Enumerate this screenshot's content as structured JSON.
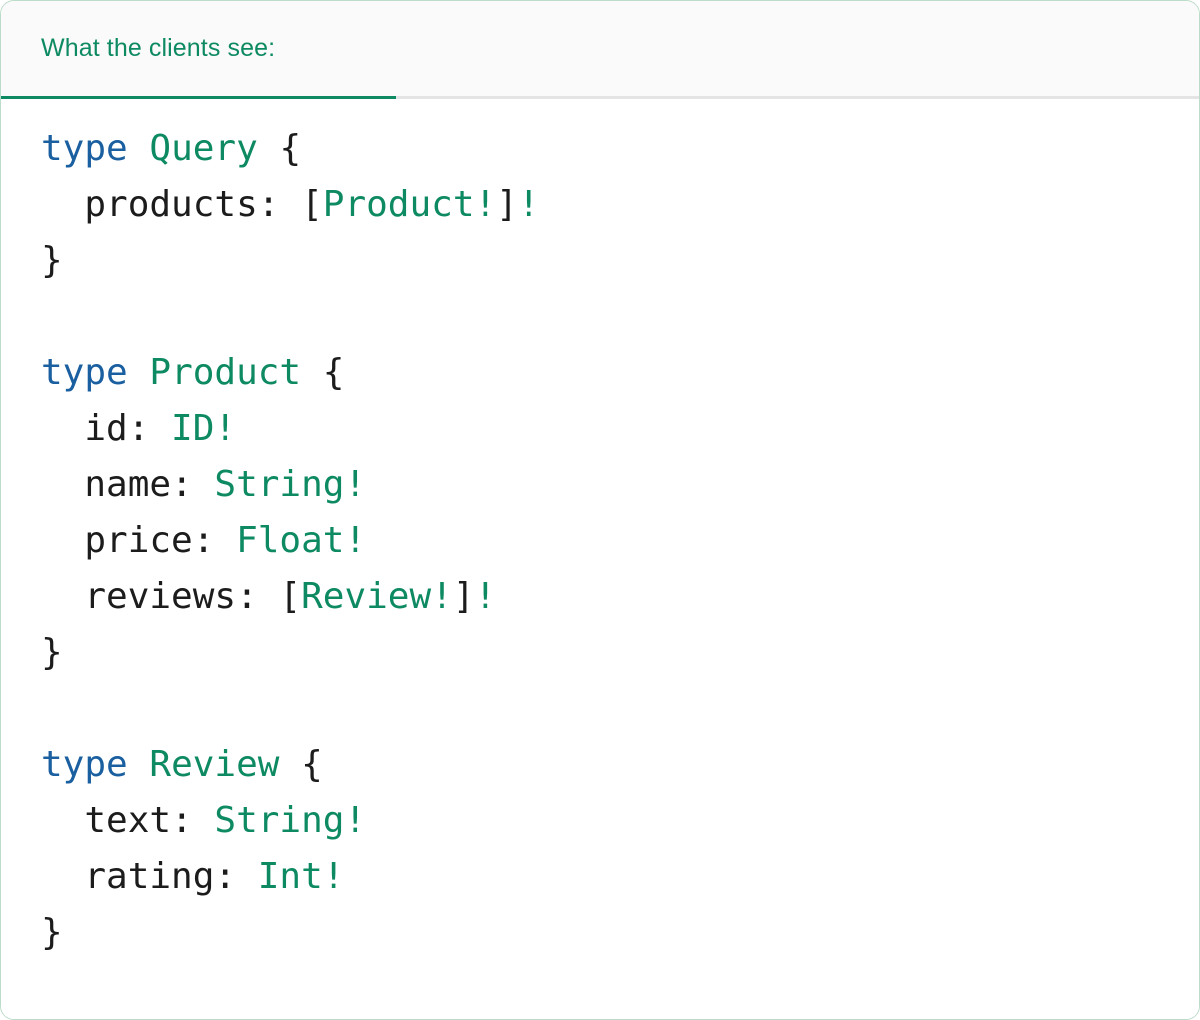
{
  "card": {
    "border_color": "#bcdcca",
    "background": "#ffffff"
  },
  "header": {
    "tab_label": "What the clients see:",
    "active_accent_color": "#0e8a63",
    "strip_background": "#fafafa",
    "divider_color": "#e4e4e4"
  },
  "theme": {
    "keyword_color": "#1a5fa0",
    "type_color": "#0e8a63",
    "punctuation_color": "#1c1c1c",
    "field_color": "#1c1c1c"
  },
  "code": {
    "language": "graphql",
    "lines": [
      {
        "n": 1,
        "segments": [
          {
            "t": "type",
            "c": "kw"
          },
          {
            "t": " ",
            "c": "punc"
          },
          {
            "t": "Query",
            "c": "ty"
          },
          {
            "t": " {",
            "c": "punc"
          }
        ]
      },
      {
        "n": 2,
        "segments": [
          {
            "t": "  products: ",
            "c": "fld"
          },
          {
            "t": "[",
            "c": "punc"
          },
          {
            "t": "Product!",
            "c": "ty"
          },
          {
            "t": "]",
            "c": "punc"
          },
          {
            "t": "!",
            "c": "ty"
          }
        ]
      },
      {
        "n": 3,
        "segments": [
          {
            "t": "}",
            "c": "punc"
          }
        ]
      },
      {
        "n": 4,
        "segments": []
      },
      {
        "n": 5,
        "segments": [
          {
            "t": "type",
            "c": "kw"
          },
          {
            "t": " ",
            "c": "punc"
          },
          {
            "t": "Product",
            "c": "ty"
          },
          {
            "t": " {",
            "c": "punc"
          }
        ]
      },
      {
        "n": 6,
        "segments": [
          {
            "t": "  id: ",
            "c": "fld"
          },
          {
            "t": "ID!",
            "c": "ty"
          }
        ]
      },
      {
        "n": 7,
        "segments": [
          {
            "t": "  name: ",
            "c": "fld"
          },
          {
            "t": "String!",
            "c": "ty"
          }
        ]
      },
      {
        "n": 8,
        "segments": [
          {
            "t": "  price: ",
            "c": "fld"
          },
          {
            "t": "Float!",
            "c": "ty"
          }
        ]
      },
      {
        "n": 9,
        "segments": [
          {
            "t": "  reviews: ",
            "c": "fld"
          },
          {
            "t": "[",
            "c": "punc"
          },
          {
            "t": "Review!",
            "c": "ty"
          },
          {
            "t": "]",
            "c": "punc"
          },
          {
            "t": "!",
            "c": "ty"
          }
        ]
      },
      {
        "n": 10,
        "segments": [
          {
            "t": "}",
            "c": "punc"
          }
        ]
      },
      {
        "n": 11,
        "segments": []
      },
      {
        "n": 12,
        "segments": [
          {
            "t": "type",
            "c": "kw"
          },
          {
            "t": " ",
            "c": "punc"
          },
          {
            "t": "Review",
            "c": "ty"
          },
          {
            "t": " {",
            "c": "punc"
          }
        ]
      },
      {
        "n": 13,
        "segments": [
          {
            "t": "  text: ",
            "c": "fld"
          },
          {
            "t": "String!",
            "c": "ty"
          }
        ]
      },
      {
        "n": 14,
        "segments": [
          {
            "t": "  rating: ",
            "c": "fld"
          },
          {
            "t": "Int!",
            "c": "ty"
          }
        ]
      },
      {
        "n": 15,
        "segments": [
          {
            "t": "}",
            "c": "punc"
          }
        ]
      }
    ],
    "plain_text": "type Query {\n  products: [Product!]!\n}\n\ntype Product {\n  id: ID!\n  name: String!\n  price: Float!\n  reviews: [Review!]!\n}\n\ntype Review {\n  text: String!\n  rating: Int!\n}"
  }
}
